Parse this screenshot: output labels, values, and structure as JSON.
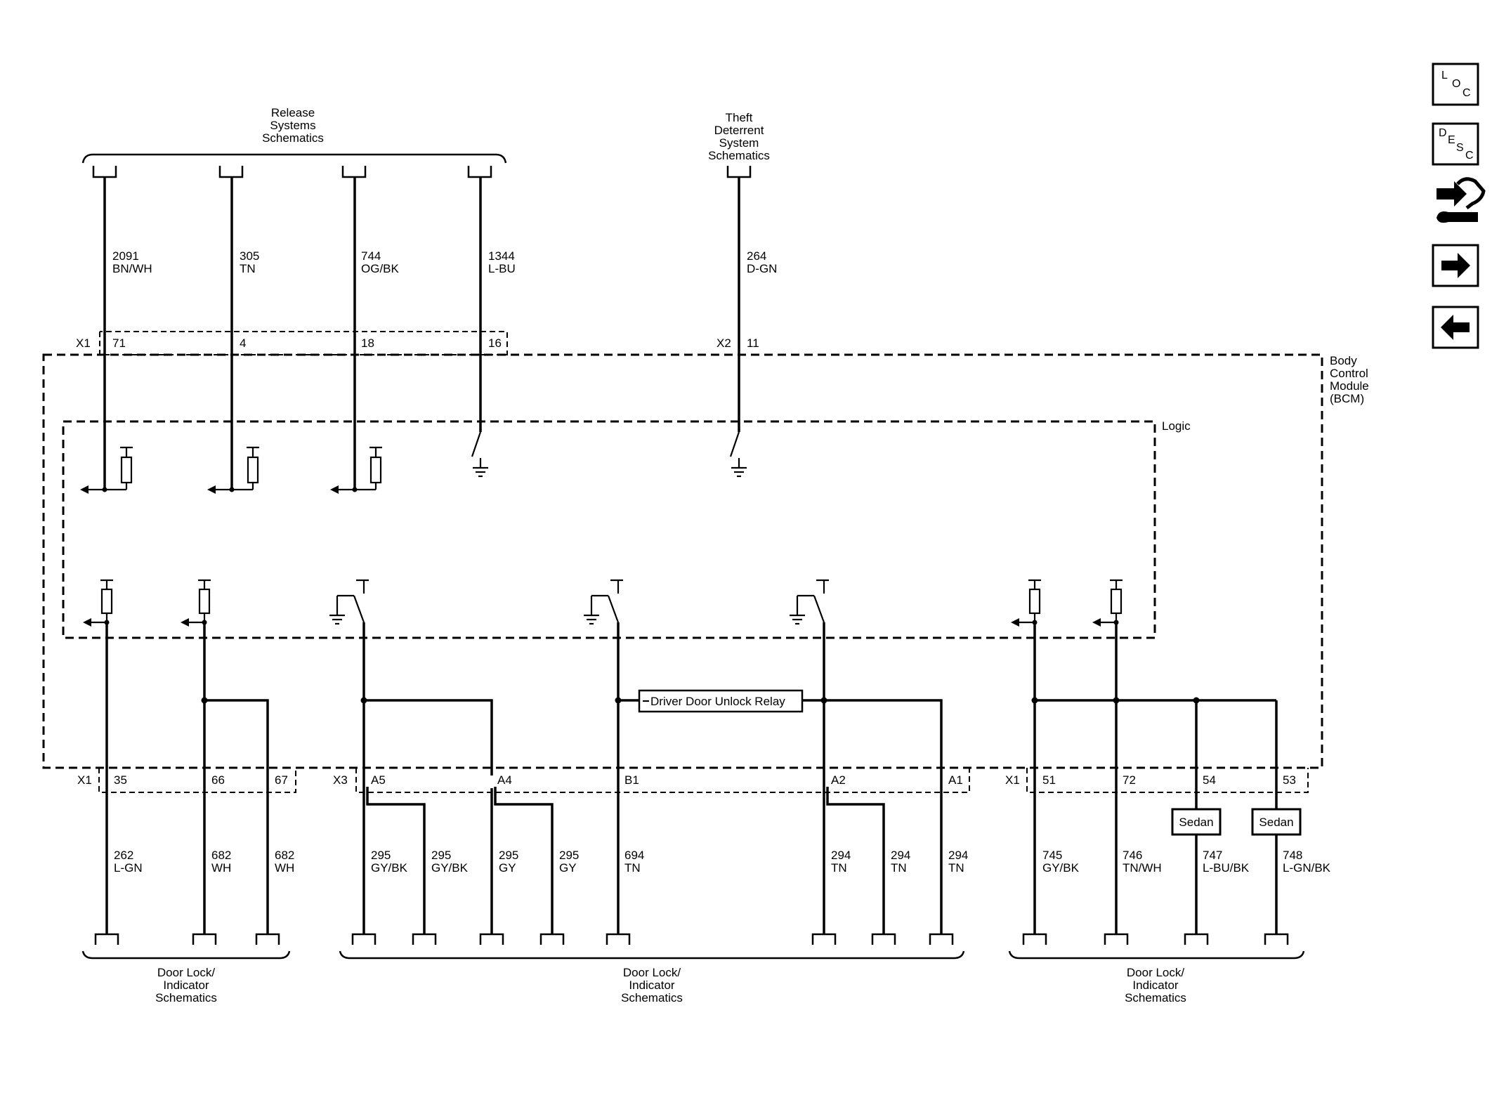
{
  "connectors_top": {
    "release_label": [
      "Release",
      "Systems",
      "Schematics"
    ],
    "theft_label": [
      "Theft",
      "Deterrent",
      "System",
      "Schematics"
    ]
  },
  "wires_top": [
    {
      "circuit": "2091",
      "color": "BN/WH"
    },
    {
      "circuit": "305",
      "color": "TN"
    },
    {
      "circuit": "744",
      "color": "OG/BK"
    },
    {
      "circuit": "1344",
      "color": "L-BU"
    },
    {
      "circuit": "264",
      "color": "D-GN"
    }
  ],
  "top_connectors": {
    "x1": "X1",
    "x1_pins": [
      "71",
      "4",
      "18",
      "16"
    ],
    "x2": "X2",
    "x2_pin": "11"
  },
  "module": {
    "name_lines": [
      "Body",
      "Control",
      "Module",
      "(BCM)"
    ],
    "logic_label": "Logic",
    "relay_label": "Driver Door Unlock Relay"
  },
  "bottom_connectors": {
    "g1_name": "X1",
    "g1_pins": [
      "35",
      "66",
      "67"
    ],
    "g2_name": "X3",
    "g2_pins": [
      "A5",
      "A4",
      "B1",
      "A2",
      "A1"
    ],
    "g3_name": "X1",
    "g3_pins": [
      "51",
      "72",
      "54",
      "53"
    ]
  },
  "wires_bottom": [
    {
      "circuit": "262",
      "color": "L-GN"
    },
    {
      "circuit": "682",
      "color": "WH"
    },
    {
      "circuit": "682",
      "color": "WH"
    },
    {
      "circuit": "295",
      "color": "GY/BK"
    },
    {
      "circuit": "295",
      "color": "GY/BK"
    },
    {
      "circuit": "295",
      "color": "GY"
    },
    {
      "circuit": "295",
      "color": "GY"
    },
    {
      "circuit": "694",
      "color": "TN"
    },
    {
      "circuit": "294",
      "color": "TN"
    },
    {
      "circuit": "294",
      "color": "TN"
    },
    {
      "circuit": "294",
      "color": "TN"
    },
    {
      "circuit": "745",
      "color": "GY/BK"
    },
    {
      "circuit": "746",
      "color": "TN/WH"
    },
    {
      "circuit": "747",
      "color": "L-BU/BK"
    },
    {
      "circuit": "748",
      "color": "L-GN/BK"
    }
  ],
  "option_boxes": [
    "Sedan",
    "Sedan"
  ],
  "bottom_labels": {
    "group1": [
      "Door Lock/",
      "Indicator",
      "Schematics"
    ],
    "group2": [
      "Door Lock/",
      "Indicator",
      "Schematics"
    ],
    "group3": [
      "Door Lock/",
      "Indicator",
      "Schematics"
    ]
  },
  "side_nav": {
    "loc": [
      "L",
      "O",
      "C"
    ],
    "desc": [
      "D",
      "E",
      "S",
      "C"
    ],
    "icons": [
      "component-locator-icon",
      "description-icon",
      "connector-tool-icon",
      "next-arrow-icon",
      "previous-arrow-icon"
    ]
  }
}
